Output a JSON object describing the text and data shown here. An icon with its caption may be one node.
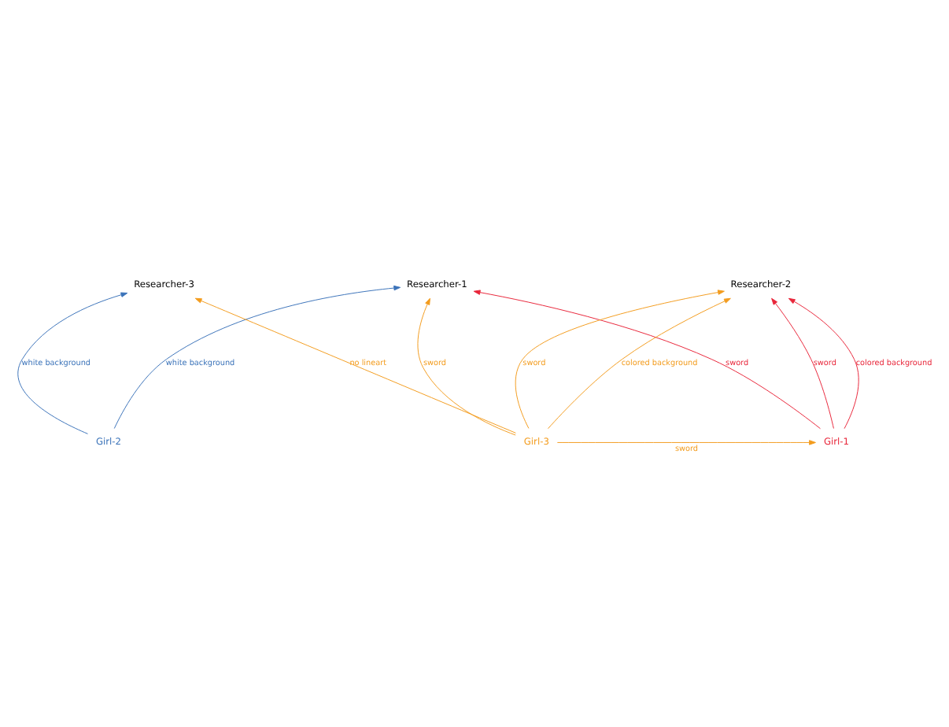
{
  "diagram": {
    "nodes": [
      {
        "text": [
          "Researcher-1"
        ]
      },
      {
        "text": [
          "Researcher-2"
        ]
      },
      {
        "text": [
          "Researcher-3"
        ]
      },
      {
        "text": [
          "Girl-1"
        ]
      },
      {
        "text": [
          "Girl-2"
        ]
      },
      {
        "text": [
          "Girl-3"
        ]
      }
    ],
    "edges": [
      {
        "from": 3,
        "to": 0,
        "arrow": "to",
        "label": "sword",
        "color": "#e8263a"
      },
      {
        "from": 3,
        "to": 1,
        "arrow": "to",
        "label": "sword",
        "color": "#e8263a"
      },
      {
        "from": 3,
        "to": 1,
        "arrow": "to",
        "label": "colored background",
        "color": "#e8263a"
      },
      {
        "from": 4,
        "to": 0,
        "arrow": "to",
        "label": "white background",
        "color": "#3b73b9"
      },
      {
        "from": 4,
        "to": 2,
        "arrow": "to",
        "label": "white background",
        "color": "#3b73b9"
      },
      {
        "from": 5,
        "to": 0,
        "arrow": "to",
        "label": "sword",
        "color": "#f39c1e"
      },
      {
        "from": 5,
        "to": 1,
        "arrow": "to",
        "label": "sword",
        "color": "#f39c1e"
      },
      {
        "from": 5,
        "to": 1,
        "arrow": "to",
        "label": "colored background",
        "color": "#f39c1e"
      },
      {
        "from": 5,
        "to": 2,
        "arrow": "to",
        "label": "no lineart",
        "color": "#f39c1e"
      },
      {
        "from": 5,
        "to": 3,
        "arrow": "to",
        "label": "sword",
        "color": "#f39c1e"
      }
    ]
  }
}
